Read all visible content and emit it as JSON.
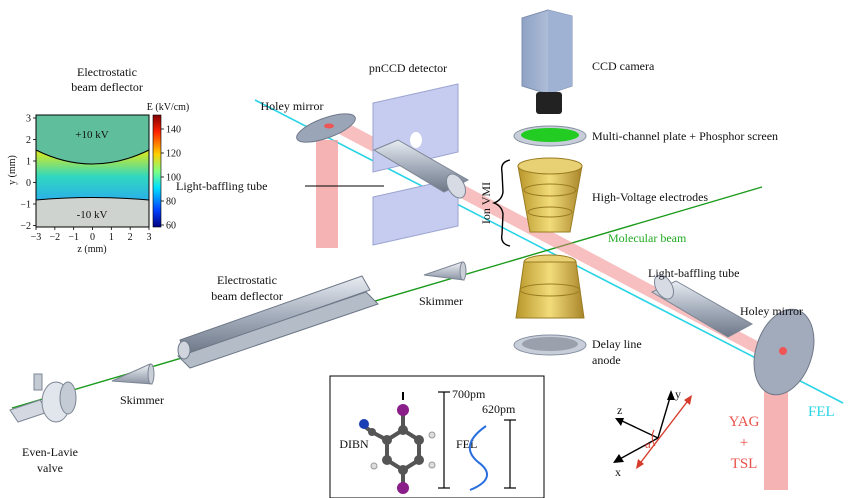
{
  "inset_plot": {
    "title_line1": "Electrostatic",
    "title_line2": "beam deflector",
    "ylabel": "y (mm)",
    "xlabel": "z (mm)",
    "colorbar_label": "E (kV/cm)",
    "top_electrode": "+10 kV",
    "bottom_electrode": "-10 kV",
    "x_ticks": [
      "−3",
      "−2",
      "−1",
      "0",
      "1",
      "2",
      "3"
    ],
    "y_ticks": [
      "3",
      "2",
      "1",
      "0",
      "−1",
      "−2"
    ],
    "colorbar_ticks": [
      "140",
      "120",
      "100",
      "80",
      "60"
    ]
  },
  "labels": {
    "pnccd": "pnCCD detector",
    "holey_mirror_left": "Holey mirror",
    "ccd_camera": "CCD camera",
    "mcp": "Multi-channel plate + Phosphor screen",
    "light_baffling_left": "Light-baffling tube",
    "ion_vmi": "Ion VMI",
    "hv_electrodes": "High-Voltage electrodes",
    "molecular_beam": "Molecular beam",
    "light_baffling_right": "Light-baffling tube",
    "deflector_line1": "Electrostatic",
    "deflector_line2": "beam deflector",
    "skimmer_upper": "Skimmer",
    "skimmer_lower": "Skimmer",
    "holey_mirror_right": "Holey mirror",
    "delay_line_1": "Delay line",
    "delay_line_2": "anode",
    "valve_1": "Even-Lavie",
    "valve_2": "valve",
    "yag": "YAG",
    "plus": "+",
    "tsl": "TSL",
    "fel_right": "FEL"
  },
  "molecule_box": {
    "dibn": "DIBN",
    "fel": "FEL",
    "len_700": "700pm",
    "len_620": "620pm"
  },
  "axes": {
    "y": "y",
    "z": "z",
    "x": "x",
    "alpha": "α"
  },
  "colors": {
    "fel_beam": "#2ad4e6",
    "molecular_beam": "#1a9a1a",
    "molecular_beam_label": "#22aa22",
    "laser": "#e9524a",
    "electrode_gold": "#d9b945",
    "phosphor": "#22cc22",
    "iodine": "#8a1f8a",
    "nitrogen": "#1a3fb5"
  }
}
